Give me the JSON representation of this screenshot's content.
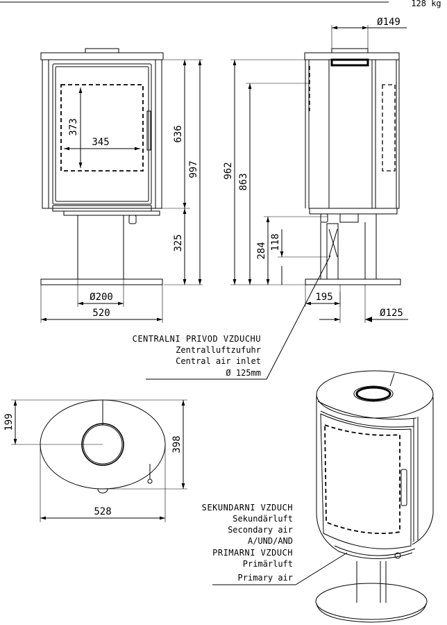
{
  "weight_label": "128 kg",
  "dimensions": {
    "flue_diameter": "Ø149",
    "firebox_height": "373",
    "firebox_width": "345",
    "door_height": "636",
    "total_height_front": "997",
    "pedestal_height": "325",
    "pedestal_diameter": "Ø200",
    "base_width": "520",
    "total_height_side": "962",
    "rear_outlet_height": "863",
    "air_inlet_height": "284",
    "air_inlet_offset": "118",
    "inlet_depth": "195",
    "inlet_diameter": "Ø125",
    "top_half_depth": "199",
    "top_depth": "398",
    "top_width": "528"
  },
  "central_air_label": [
    "CENTRALNI PRIVOD VZDUCHU",
    "Zentralluftzufuhr",
    "Central air inlet",
    "Ø 125mm"
  ],
  "secondary_air_label": [
    "SEKUNDARNI VZDUCH",
    "Sekundärluft",
    "Secondary air",
    "A/UND/AND"
  ],
  "primary_air_label": [
    "PRIMARNI VZDUCH",
    "Primärluft",
    "Primary air"
  ]
}
